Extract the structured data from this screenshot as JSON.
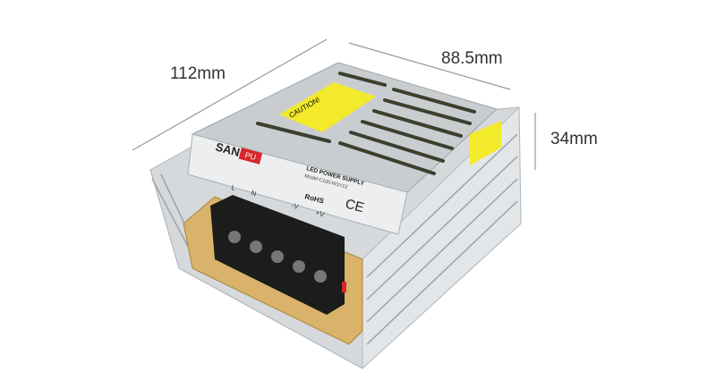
{
  "dimensions": {
    "length": "112mm",
    "width": "88.5mm",
    "height": "34mm"
  },
  "product_label": {
    "brand_prefix": "SAN",
    "brand_suffix": "PU",
    "title": "LED POWER SUPPLY",
    "model": "Model:C100-W1V12",
    "rohs": "RoHS",
    "ce": "CE",
    "terminals": [
      "L",
      "N",
      "-V",
      "+V"
    ]
  },
  "caution_label": {
    "title": "CAUTION!"
  },
  "colors": {
    "aluminum": "#cfd3d6",
    "label_yellow": "#f2ea2a",
    "brand_red": "#d8262c",
    "terminal_black": "#1c1c1c",
    "pcb": "#d9b36a"
  }
}
